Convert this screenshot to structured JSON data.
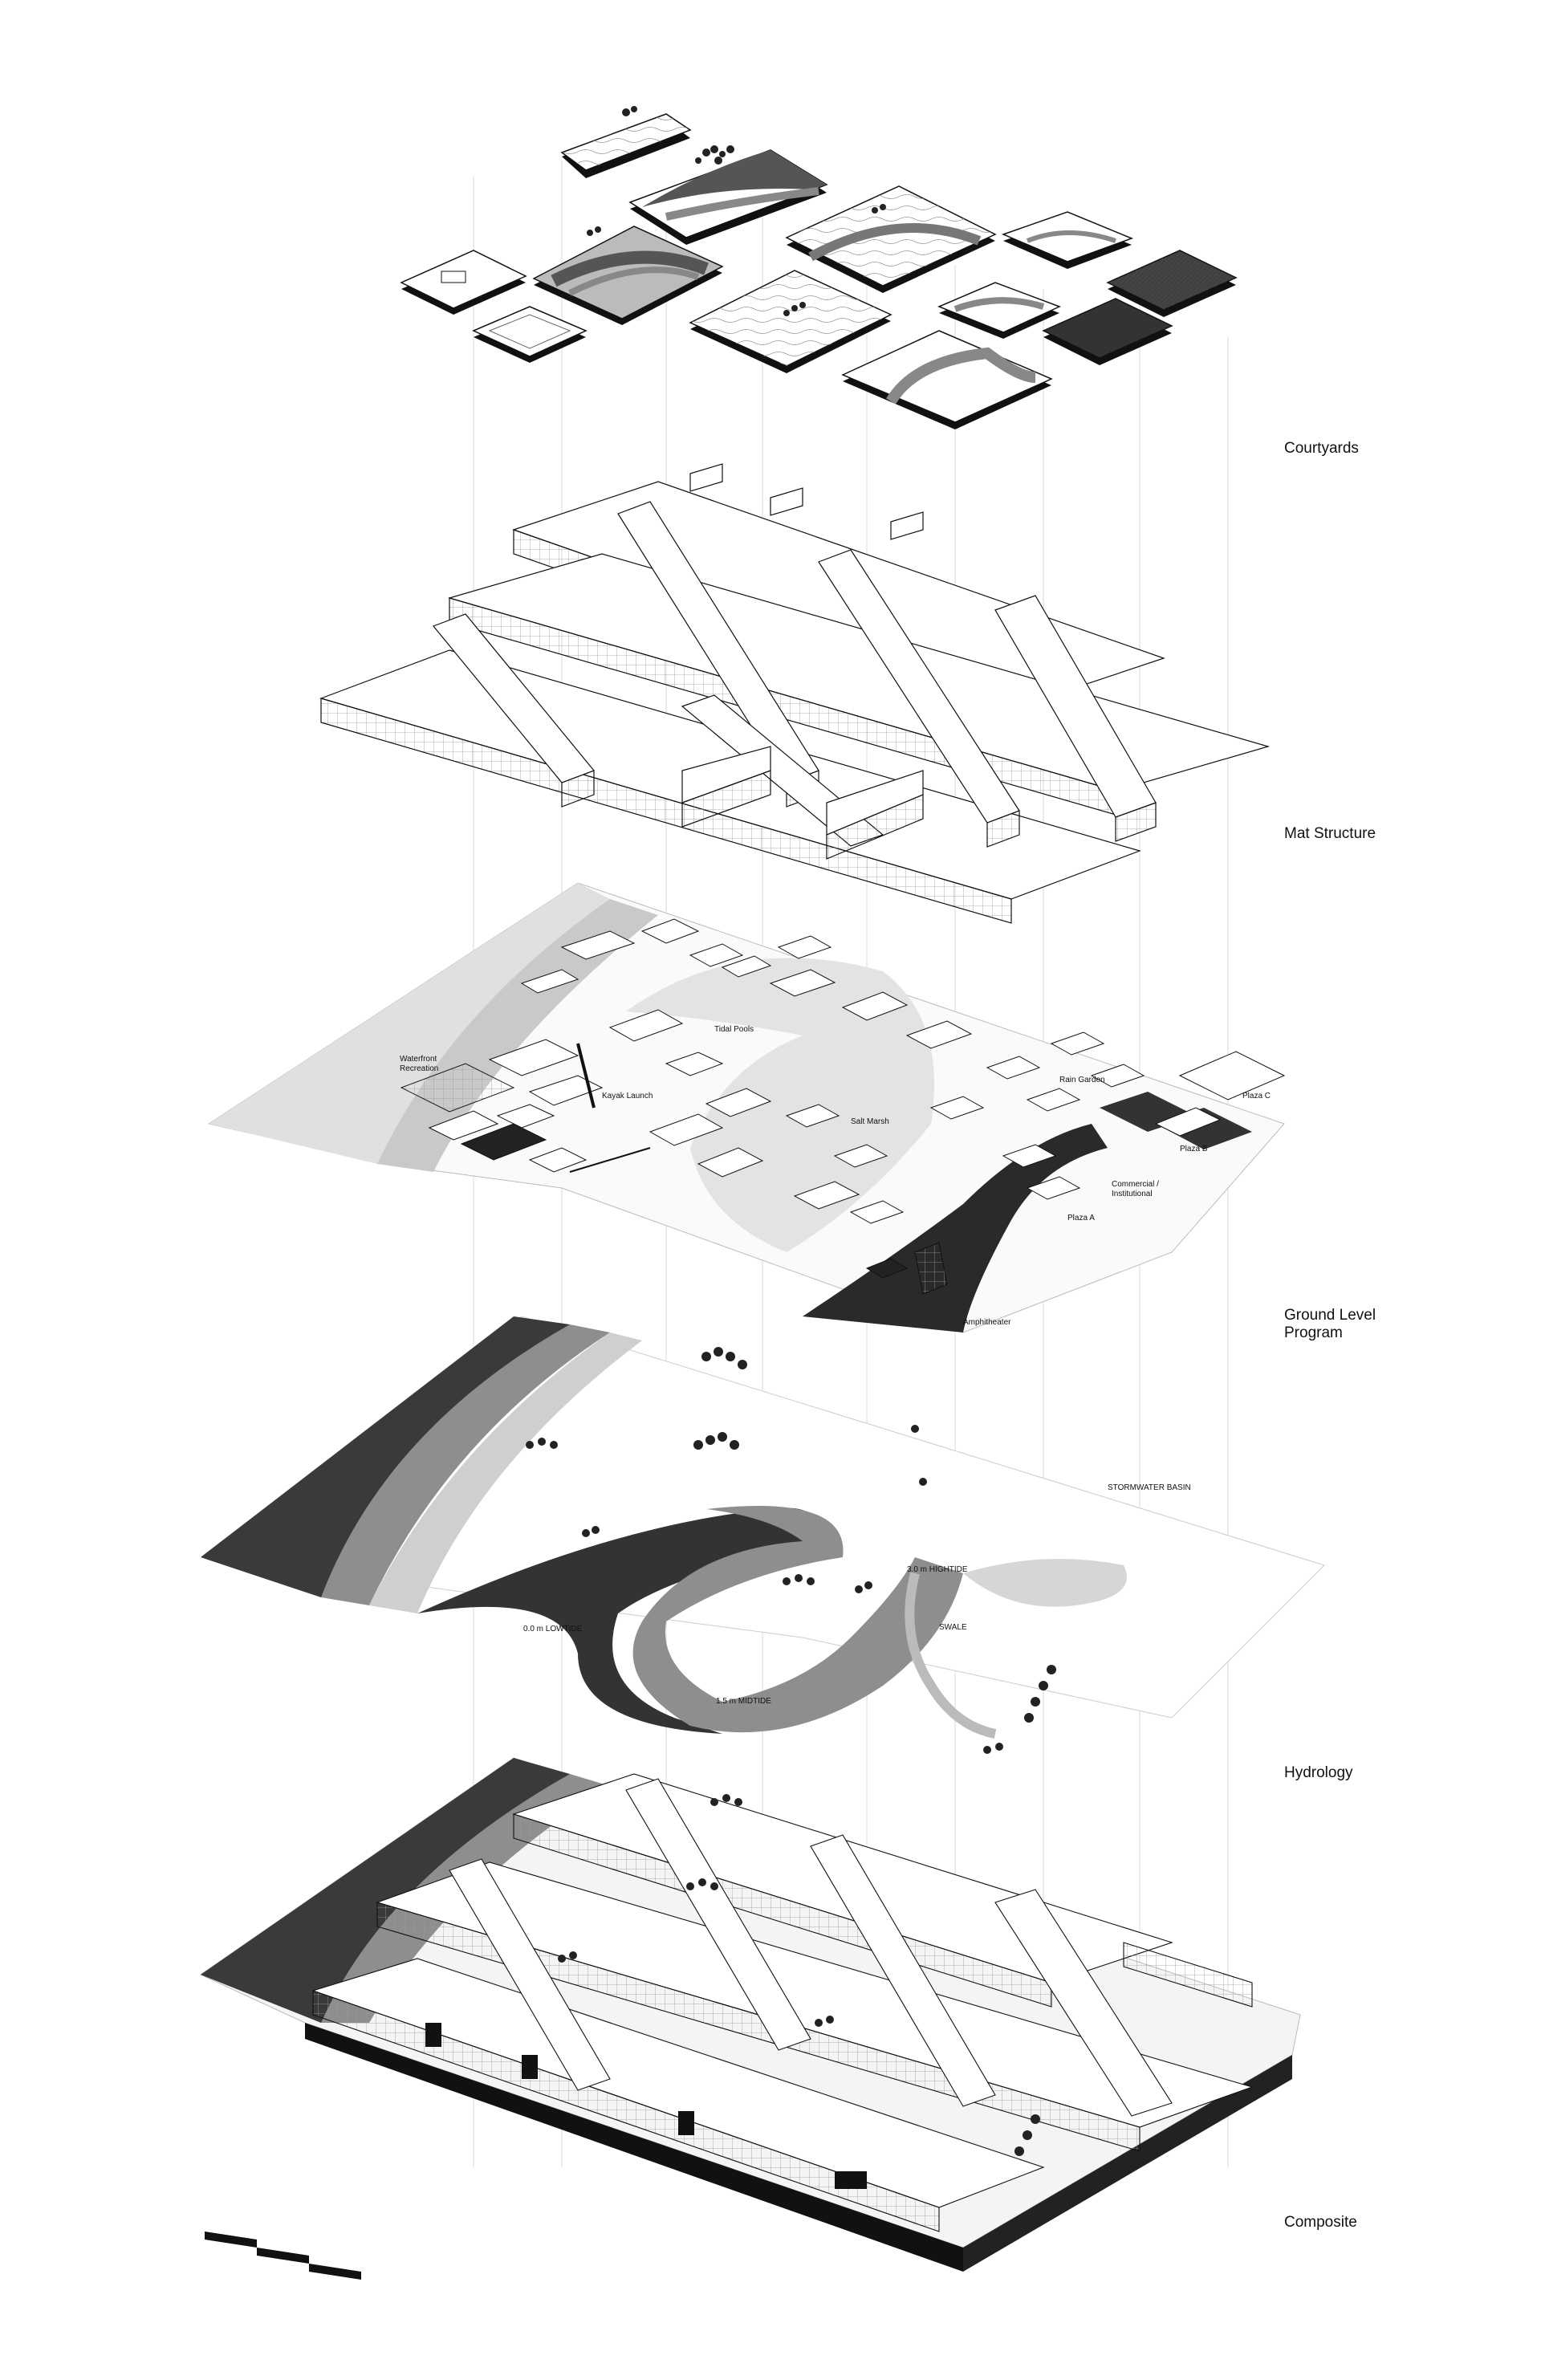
{
  "layers": {
    "courtyards": "Courtyards",
    "mat_structure": "Mat Structure",
    "ground_level_program": "Ground Level\nProgram",
    "hydrology": "Hydrology",
    "composite": "Composite"
  },
  "program_labels": {
    "tidal_pools": "Tidal Pools",
    "waterfront_recreation": "Waterfront\nRecreation",
    "kayak_launch": "Kayak Launch",
    "rain_garden": "Rain Garden",
    "salt_marsh": "Salt Marsh",
    "plaza_c": "Plaza C",
    "plaza_b": "Plaza B",
    "commercial_institutional": "Commercial /\nInstitutional",
    "plaza_a": "Plaza A",
    "amphitheater": "Amphitheater"
  },
  "hydrology_labels": {
    "stormwater_basin": "STORMWATER BASIN",
    "hightide": "3.0 m   HIGHTIDE",
    "swale": "SWALE",
    "lowtide": "0.0 m   LOWTIDE",
    "midtide": "1.5 m   MIDTIDE"
  },
  "colors": {
    "ink": "#111111",
    "water_dark": "#3a3a3a",
    "mid_gray": "#8e8e8e",
    "light_gray": "#cfcfcf",
    "paper": "#ffffff"
  }
}
